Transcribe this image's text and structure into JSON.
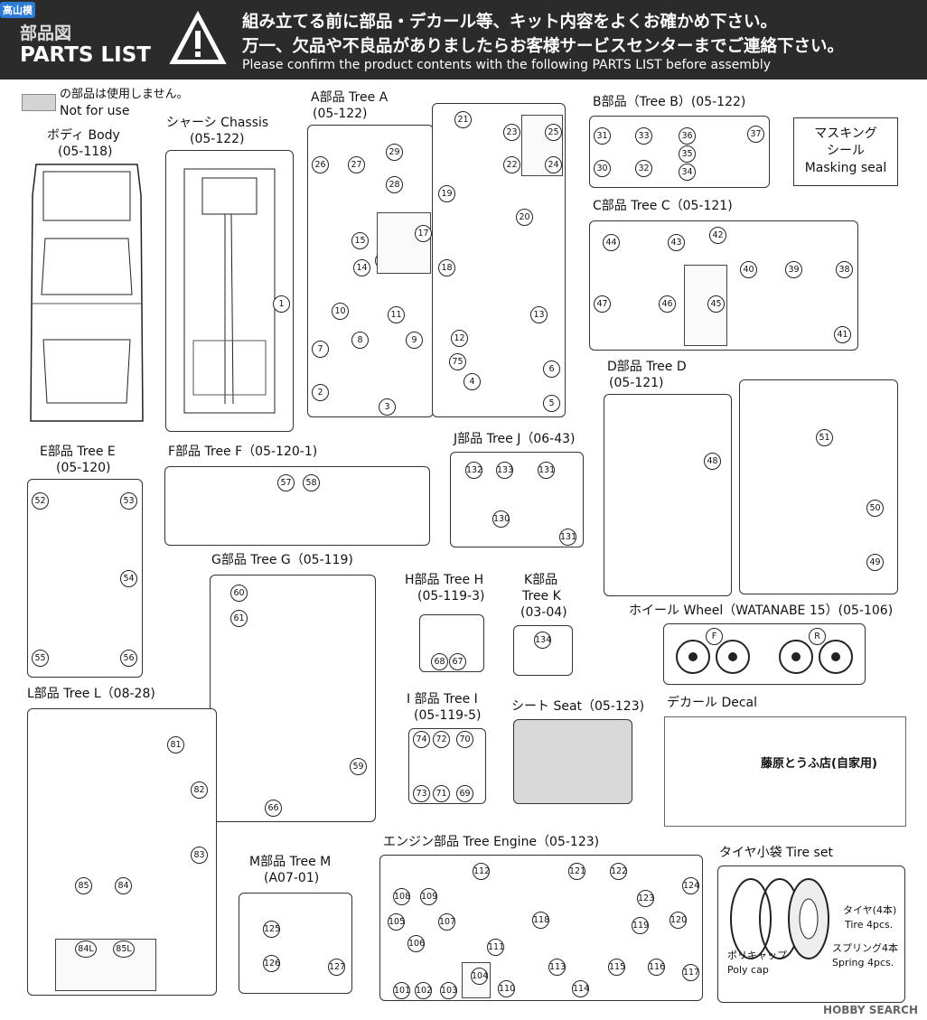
{
  "header": {
    "title_ja": "部品図",
    "title_en": "PARTS LIST",
    "notice_ja_1": "組み立てる前に部品・デカール等、キット内容をよくお確かめ下さい。",
    "notice_ja_2": "万一、欠品や不良品がありましたらお客様サービスセンターまでご連絡下さい。",
    "notice_en": "Please confirm the product contents with the following PARTS LIST before assembly",
    "logo": "高山模"
  },
  "legend": {
    "ja": "の部品は使用しません。",
    "en": "Not for use"
  },
  "sections": {
    "body": {
      "label": "ボディ Body",
      "code": "(05-118)"
    },
    "chassis": {
      "label": "シャーシ Chassis",
      "code": "(05-122)"
    },
    "tree_a": {
      "label": "A部品 Tree A",
      "code": "(05-122)"
    },
    "tree_b": {
      "label": "B部品（Tree B）(05-122)"
    },
    "masking": {
      "l1": "マスキング",
      "l2": "シール",
      "l3": "Masking seal"
    },
    "tree_c": {
      "label": "C部品 Tree C（05-121)"
    },
    "tree_d": {
      "label": "D部品 Tree D",
      "code": "(05-121)"
    },
    "tree_e": {
      "label": "E部品 Tree E",
      "code": "(05-120)"
    },
    "tree_f": {
      "label": "F部品 Tree F（05-120-1)"
    },
    "tree_j": {
      "label": "J部品 Tree J（06-43)"
    },
    "tree_g": {
      "label": "G部品 Tree G（05-119)"
    },
    "tree_h": {
      "label": "H部品 Tree H",
      "code": "(05-119-3)"
    },
    "tree_k": {
      "label": "K部品",
      "l2": "Tree K",
      "code": "(03-04)"
    },
    "wheel": {
      "label": "ホイール Wheel（WATANABE 15）(05-106)"
    },
    "tree_l": {
      "label": "L部品 Tree L（08-28)"
    },
    "tree_i": {
      "label": "I 部品 Tree I",
      "code": "(05-119-5)"
    },
    "seat": {
      "label": "シート Seat（05-123)"
    },
    "decal": {
      "label": "デカール Decal",
      "shop": "藤原とうふ店(自家用)"
    },
    "tree_m": {
      "label": "M部品 Tree M",
      "code": "(A07-01)"
    },
    "engine": {
      "label": "エンジン部品 Tree Engine（05-123)"
    },
    "tire": {
      "label": "タイヤ小袋 Tire set",
      "tire_ja": "タイヤ(4本)",
      "tire_en": "Tire 4pcs.",
      "poly_ja": "ポリキャップ",
      "poly_en": "Poly cap",
      "spring_ja": "スプリング4本",
      "spring_en": "Spring 4pcs."
    }
  },
  "numbers": {
    "n1": "1",
    "n2": "2",
    "n3": "3",
    "n4": "4",
    "n5": "5",
    "n6": "6",
    "n7": "7",
    "n8": "8",
    "n9": "9",
    "n10": "10",
    "n11": "11",
    "n12": "12",
    "n13": "13",
    "n14": "14",
    "n15": "15",
    "n16": "16",
    "n17": "17",
    "n18": "18",
    "n19": "19",
    "n20": "20",
    "n21": "21",
    "n22": "22",
    "n23": "23",
    "n24": "24",
    "n25": "25",
    "n26": "26",
    "n27": "27",
    "n28": "28",
    "n29": "29",
    "n30": "30",
    "n31": "31",
    "n32": "32",
    "n33": "33",
    "n34": "34",
    "n35": "35",
    "n36": "36",
    "n37": "37",
    "n38": "38",
    "n39": "39",
    "n40": "40",
    "n41": "41",
    "n42": "42",
    "n43": "43",
    "n44": "44",
    "n45": "45",
    "n46": "46",
    "n47": "47",
    "n48": "48",
    "n49": "49",
    "n50": "50",
    "n51": "51",
    "n52": "52",
    "n53": "53",
    "n54": "54",
    "n55": "55",
    "n56": "56",
    "n57": "57",
    "n58": "58",
    "n59": "59",
    "n60": "60",
    "n61": "61",
    "n66": "66",
    "n67": "67",
    "n68": "68",
    "n69": "69",
    "n70": "70",
    "n71": "71",
    "n72": "72",
    "n73": "73",
    "n74": "74",
    "n75": "75",
    "n81": "81",
    "n82": "82",
    "n83": "83",
    "n84": "84",
    "n85": "85",
    "n84L": "84L",
    "n85L": "85L",
    "n101": "101",
    "n102": "102",
    "n103": "103",
    "n104": "104",
    "n105": "105",
    "n106": "106",
    "n107": "107",
    "n108": "108",
    "n109": "109",
    "n110": "110",
    "n111": "111",
    "n112": "112",
    "n113": "113",
    "n114": "114",
    "n115": "115",
    "n116": "116",
    "n117": "117",
    "n118": "118",
    "n119": "119",
    "n120": "120",
    "n121": "121",
    "n122": "122",
    "n123": "123",
    "n124": "124",
    "n125": "125",
    "n126": "126",
    "n127": "127",
    "n130": "130",
    "n131": "131",
    "n132": "132",
    "n133": "133",
    "n134": "134",
    "F": "F",
    "R": "R"
  },
  "watermark": "HOBBY SEARCH"
}
